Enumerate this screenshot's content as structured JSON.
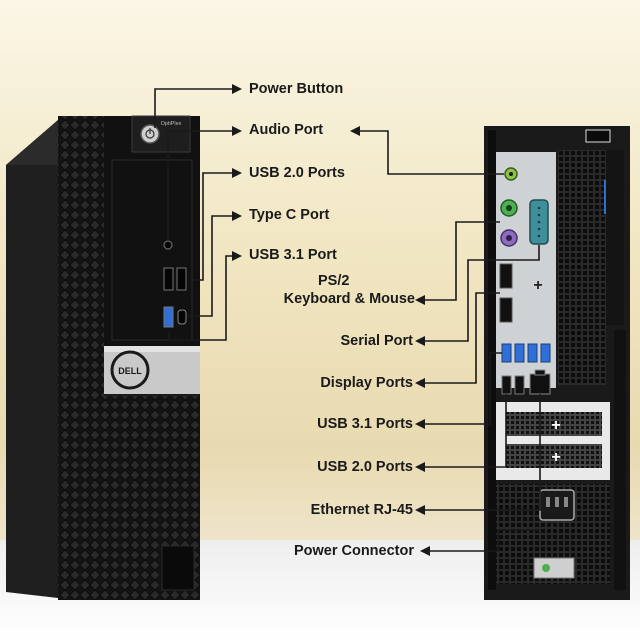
{
  "front": {
    "brand_text": "OptiPlex",
    "logo_text": "DELL"
  },
  "callouts": {
    "power_button": "Power Button",
    "audio_port": "Audio Port",
    "usb20_front": "USB 2.0 Ports",
    "typec": "Type C Port",
    "usb31_front": "USB 3.1 Port",
    "ps2_line1": "PS/2",
    "ps2_line2": "Keyboard & Mouse",
    "serial": "Serial Port",
    "display": "Display Ports",
    "usb31_rear": "USB 3.1 Ports",
    "usb20_rear": "USB 2.0 Ports",
    "ethernet": "Ethernet RJ-45",
    "power_connector": "Power Connector"
  },
  "colors": {
    "accent_blue": "#2f6fd6",
    "ps2_green": "#4caf50",
    "ps2_purple": "#8e6bbf",
    "serial_teal": "#3f8f9a",
    "tower_black": "#1b1b1b"
  }
}
